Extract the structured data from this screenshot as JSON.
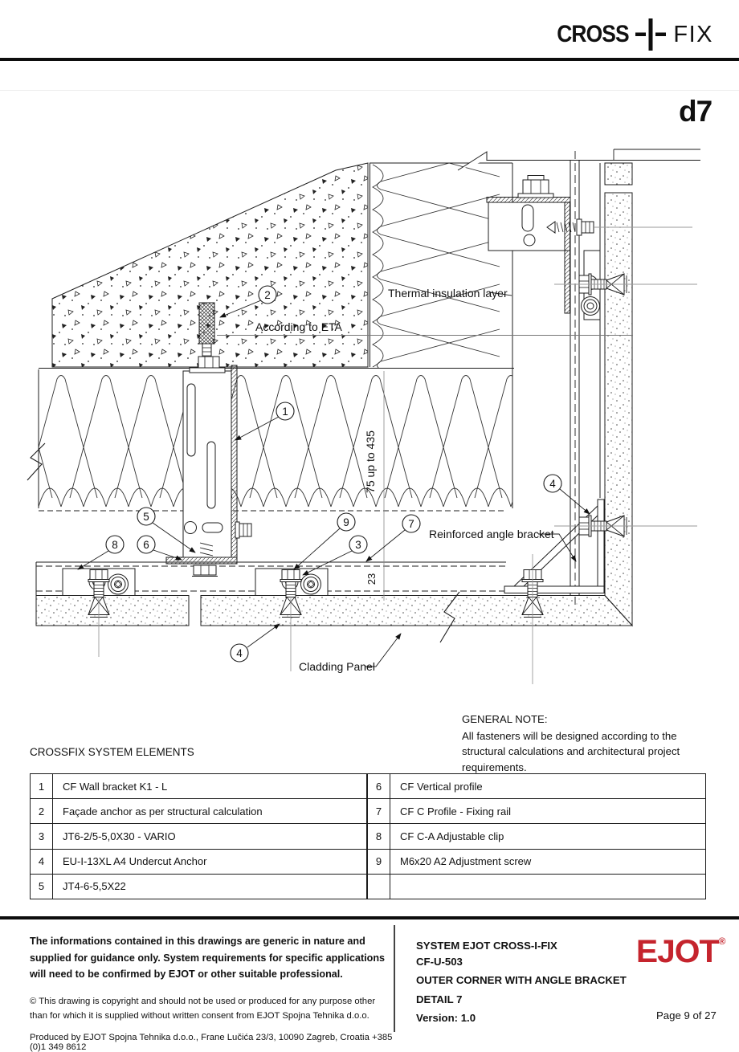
{
  "header": {
    "brand_cross": "CROSS",
    "brand_fix": "FIX",
    "detail_code": "d7"
  },
  "drawing": {
    "labels": {
      "thermal": "Thermal insulation layer",
      "eta": "According to ETA",
      "reinforced": "Reinforced angle bracket",
      "cladding": "Cladding Panel",
      "dim_height": "75 up to 435",
      "dim_rail": "23"
    },
    "callouts": {
      "c1": "1",
      "c2": "2",
      "c3": "3",
      "c4_panel": "4",
      "c4_corner": "4",
      "c5": "5",
      "c6": "6",
      "c7": "7",
      "c8": "8",
      "c9": "9"
    }
  },
  "general_note": {
    "title": "GENERAL NOTE:",
    "body": "All fasteners will be designed according to the structural calculations and architectural project requirements."
  },
  "elements_table": {
    "title": "CROSSFIX SYSTEM ELEMENTS",
    "left": [
      {
        "num": "1",
        "desc": "CF Wall bracket K1 - L"
      },
      {
        "num": "2",
        "desc": "Façade anchor as per structural calculation"
      },
      {
        "num": "3",
        "desc": "JT6-2/5-5,0X30 - VARIO"
      },
      {
        "num": "4",
        "desc": "EU-I-13XL A4 Undercut Anchor"
      },
      {
        "num": "5",
        "desc": "JT4-6-5,5X22"
      }
    ],
    "right": [
      {
        "num": "6",
        "desc": "CF Vertical profile"
      },
      {
        "num": "7",
        "desc": "CF C Profile - Fixing rail"
      },
      {
        "num": "8",
        "desc": "CF C-A  Adjustable clip"
      },
      {
        "num": "9",
        "desc": "M6x20 A2  Adjustment screw"
      },
      {
        "num": "",
        "desc": ""
      }
    ]
  },
  "footer": {
    "disclaimer": "The informations contained in this drawings are generic in nature and supplied for guidance only. System requirements for specific applications will need to be confirmed by EJOT or other suitable professional.",
    "copyright": "© This drawing is copyright and should not be used or produced for any purpose other than for which it is supplied without written consent from EJOT Spojna Tehnika d.o.o.",
    "produced": "Produced by EJOT Spojna Tehnika d.o.o., Frane Lučića 23/3, 10090 Zagreb, Croatia +385 (0)1 349 8612",
    "system_line1": "SYSTEM EJOT CROSS-I-FIX",
    "system_code": "CF-U-503",
    "drawing_title": "OUTER CORNER WITH ANGLE BRACKET",
    "detail_label": "DETAIL 7",
    "version": "Version: 1.0",
    "page": "Page 9 of 27",
    "brand": "EJOT",
    "brand_reg": "®",
    "brand_color": "#c5242d"
  }
}
